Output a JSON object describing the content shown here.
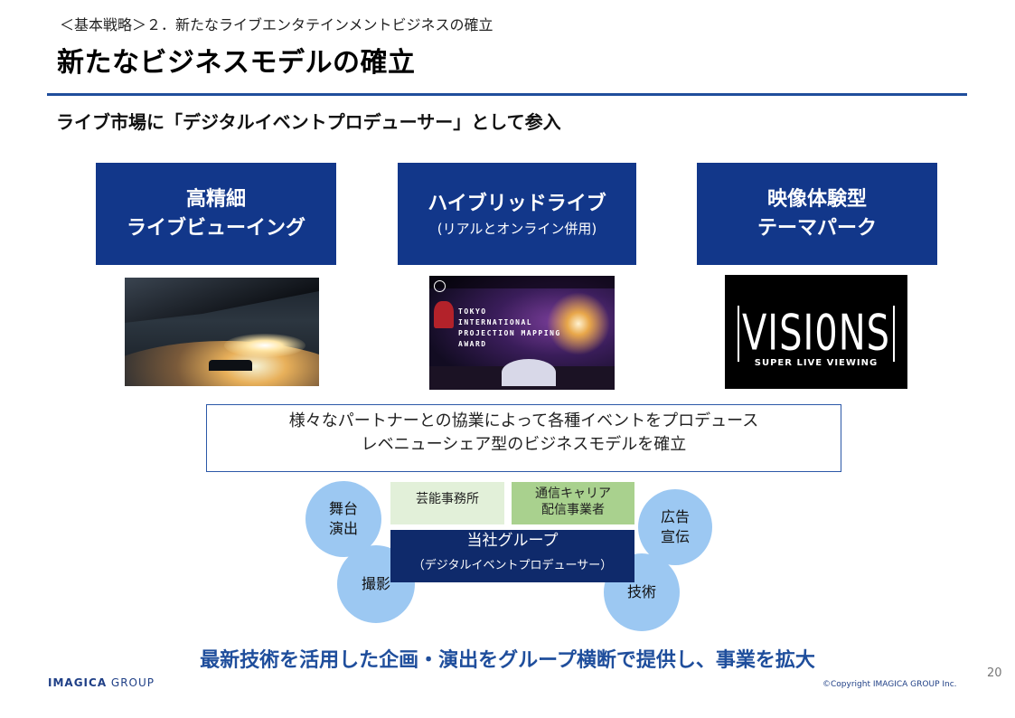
{
  "header": {
    "breadcrumb": "＜基本戦略＞２．新たなライブエンタテインメントビジネスの確立",
    "title": "新たなビジネスモデルの確立",
    "subtitle": "ライブ市場に「デジタルイベントプロデューサー」として参入",
    "rule_color": "#1f4e9c"
  },
  "pillars": [
    {
      "line1": "高精細",
      "line2": "ライブビューイング"
    },
    {
      "line1": "ハイブリッドライブ",
      "note": "(リアルとオンライン併用)"
    },
    {
      "line1": "映像体験型",
      "line2": "テーマパーク"
    }
  ],
  "images": {
    "mapping_award": [
      "TOKYO",
      "INTERNATIONAL",
      "PROJECTION MAPPING",
      "AWARD"
    ],
    "visions_logo": "VISI0NS",
    "visions_sub": "SUPER LIVE VIEWING"
  },
  "partner_box": {
    "line1": "様々なパートナーとの協業によって各種イベントをプロデュース",
    "line2": "レベニューシェア型のビジネスモデルを確立"
  },
  "ecosystem": {
    "stage": [
      "舞台",
      "演出"
    ],
    "shooting": "撮影",
    "ad": [
      "広告",
      "宣伝"
    ],
    "tech": "技術",
    "agency": "芸能事務所",
    "carrier": [
      "通信キャリア",
      "配信事業者"
    ],
    "group_name": "当社グループ",
    "group_role": "（デジタルイベントプロデューサー）"
  },
  "footer": {
    "tagline": "最新技術を活用した企画・演出をグループ横断で提供し、事業を拡大",
    "logo_main": "IMAGICA",
    "logo_sub": " GROUP",
    "page_number": "20",
    "copyright": "©Copyright IMAGICA GROUP Inc."
  },
  "colors": {
    "brand_blue": "#12378a",
    "dark_navy": "#0f2a6b",
    "circle_blue": "#9cc8f2",
    "light_green": "#e2f0d9",
    "mid_green": "#a9d18e",
    "tagline_blue": "#1f4e9c"
  }
}
